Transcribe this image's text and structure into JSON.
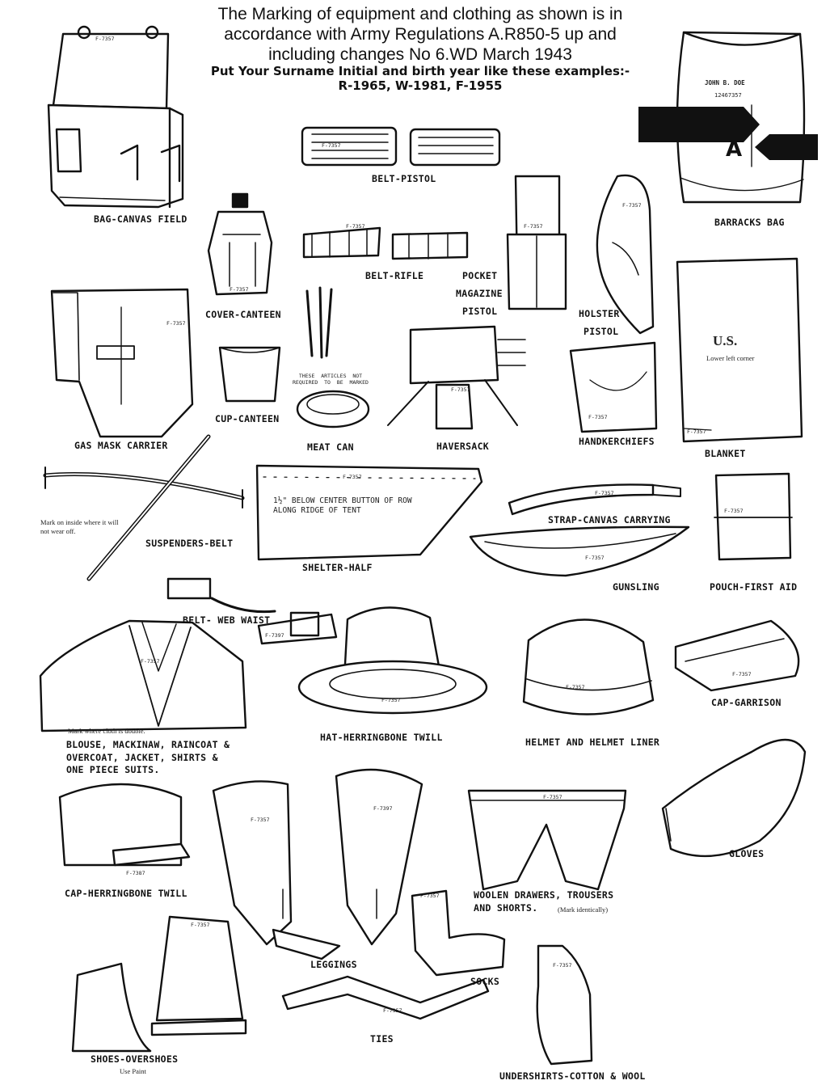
{
  "header": {
    "line1": "The Marking of equipment and clothing as shown is in",
    "line2": "accordance with Army Regulations A.R850-5 up and",
    "line3": "including changes No 6.WD March 1943",
    "line4": "Put Your Surname Initial and birth year like these examples:-",
    "line5": "R-1965, W-1981, F-1955"
  },
  "labels": {
    "bag_canvas": "BAG-CANVAS FIELD",
    "belt_pistol": "BELT-PISTOL",
    "barracks_bag": "BARRACKS BAG",
    "cover_canteen": "COVER-CANTEEN",
    "belt_rifle": "BELT-RIFLE",
    "pocket": "POCKET",
    "magazine": "MAGAZINE",
    "pistol": "PISTOL",
    "holster": "HOLSTER",
    "holster_pistol": "PISTOL",
    "cup_canteen": "CUP-CANTEEN",
    "gas_mask": "GAS MASK CARRIER",
    "meat_can": "MEAT CAN",
    "haversack": "HAVERSACK",
    "handkerchiefs": "HANDKERCHIEFS",
    "blanket": "BLANKET",
    "suspenders": "SUSPENDERS-BELT",
    "shelter_half": "SHELTER-HALF",
    "strap_canvas": "STRAP-CANVAS CARRYING",
    "gunsling": "GUNSLING",
    "pouch": "POUCH-FIRST AID",
    "belt_web": "BELT- WEB WAIST",
    "blouse1": "BLOUSE, MACKINAW, RAINCOAT &",
    "blouse2": "OVERCOAT, JACKET, SHIRTS &",
    "blouse3": "ONE PIECE SUITS.",
    "hat": "HAT-HERRINGBONE TWILL",
    "helmet": "HELMET AND HELMET LINER",
    "cap_garrison": "CAP-GARRISON",
    "cap_herringbone": "CAP-HERRINGBONE TWILL",
    "leggings": "LEGGINGS",
    "drawers1": "WOOLEN DRAWERS, TROUSERS",
    "drawers2": "AND SHORTS.",
    "gloves": "GLOVES",
    "socks": "SOCKS",
    "ties": "TIES",
    "shoes": "SHOES-OVERSHOES",
    "undershirts": "UNDERSHIRTS-COTTON & WOOL"
  },
  "notes": {
    "suspenders_note": "Mark on inside where it will\nnot wear off.",
    "articles_note": "THESE  ARTICLES  NOT\nREQUIRED  TO  BE  MARKED",
    "blanket_corner": "Lower left corner",
    "blouse_note": "Mark where cloth is double.",
    "drawers_note": "(Mark identically)",
    "shoes_note": "Use Paint",
    "shelter_note": "1½\" BELOW CENTER BUTTON OF ROW\nALONG RIDGE OF TENT",
    "bag_name": "JOHN B. DOE",
    "bag_serial": "12467357",
    "bag_letter": "A",
    "blanket_us": "U.S.",
    "serial": "F-7357",
    "serial_alt": "F-7397",
    "serial_alt2": "F-7387"
  }
}
